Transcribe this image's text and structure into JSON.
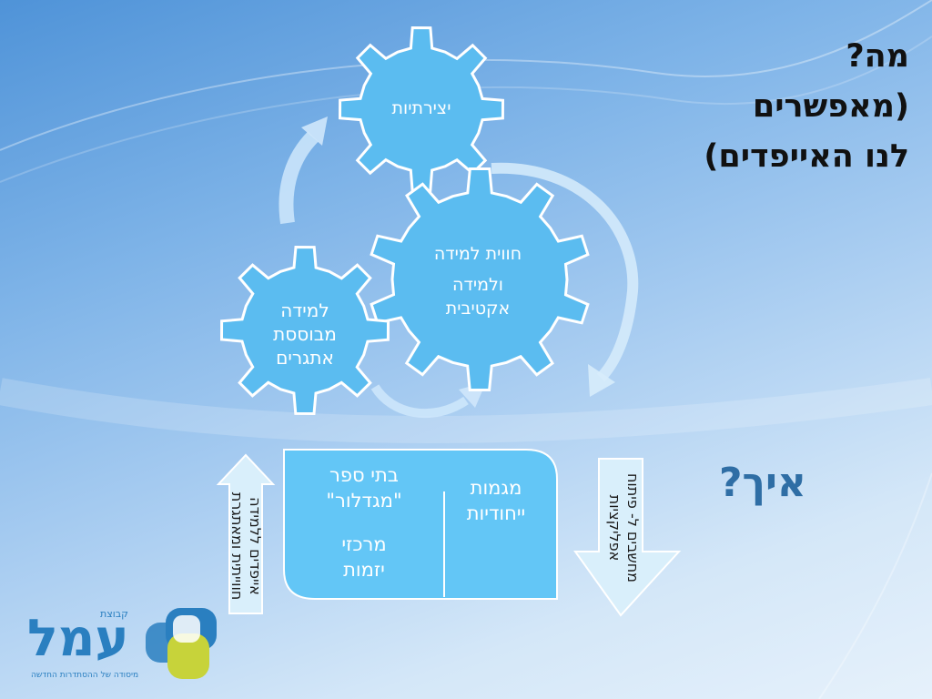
{
  "title_lines": [
    "מה?",
    "(מאפשרים",
    "לנו האייפדים)"
  ],
  "gears": {
    "top": "יצירתיות",
    "center": [
      "חווית למידה",
      "ולמידה",
      "אקטיבית"
    ],
    "left": [
      "למידה",
      "מבוססת",
      "אתגרים"
    ]
  },
  "box": {
    "left_text": [
      "בתי ספר",
      "\"מגדלור\"",
      "מרכזי",
      "יזמות"
    ],
    "right_text": [
      "מגמות",
      "ייחודיות"
    ]
  },
  "up_arrow_text": [
    "אייפדים ללמידה",
    "חווייתית ומאתגרת"
  ],
  "down_arrow_text": [
    "מחשבים ל- פיתוח",
    "אפליקציות"
  ],
  "how_label": "איך?",
  "logo": {
    "group": "קבוצת",
    "name": "עמל",
    "subtitle": "מיסודה של ההסתדרות החדשה"
  },
  "colors": {
    "gear": "#5bbcf0",
    "gear_border": "#ffffff",
    "box": "#63c6f6",
    "arrow_fill": "#d9effb",
    "logo_blue": "#2a7fc0",
    "logo_green": "#c7d33a"
  }
}
